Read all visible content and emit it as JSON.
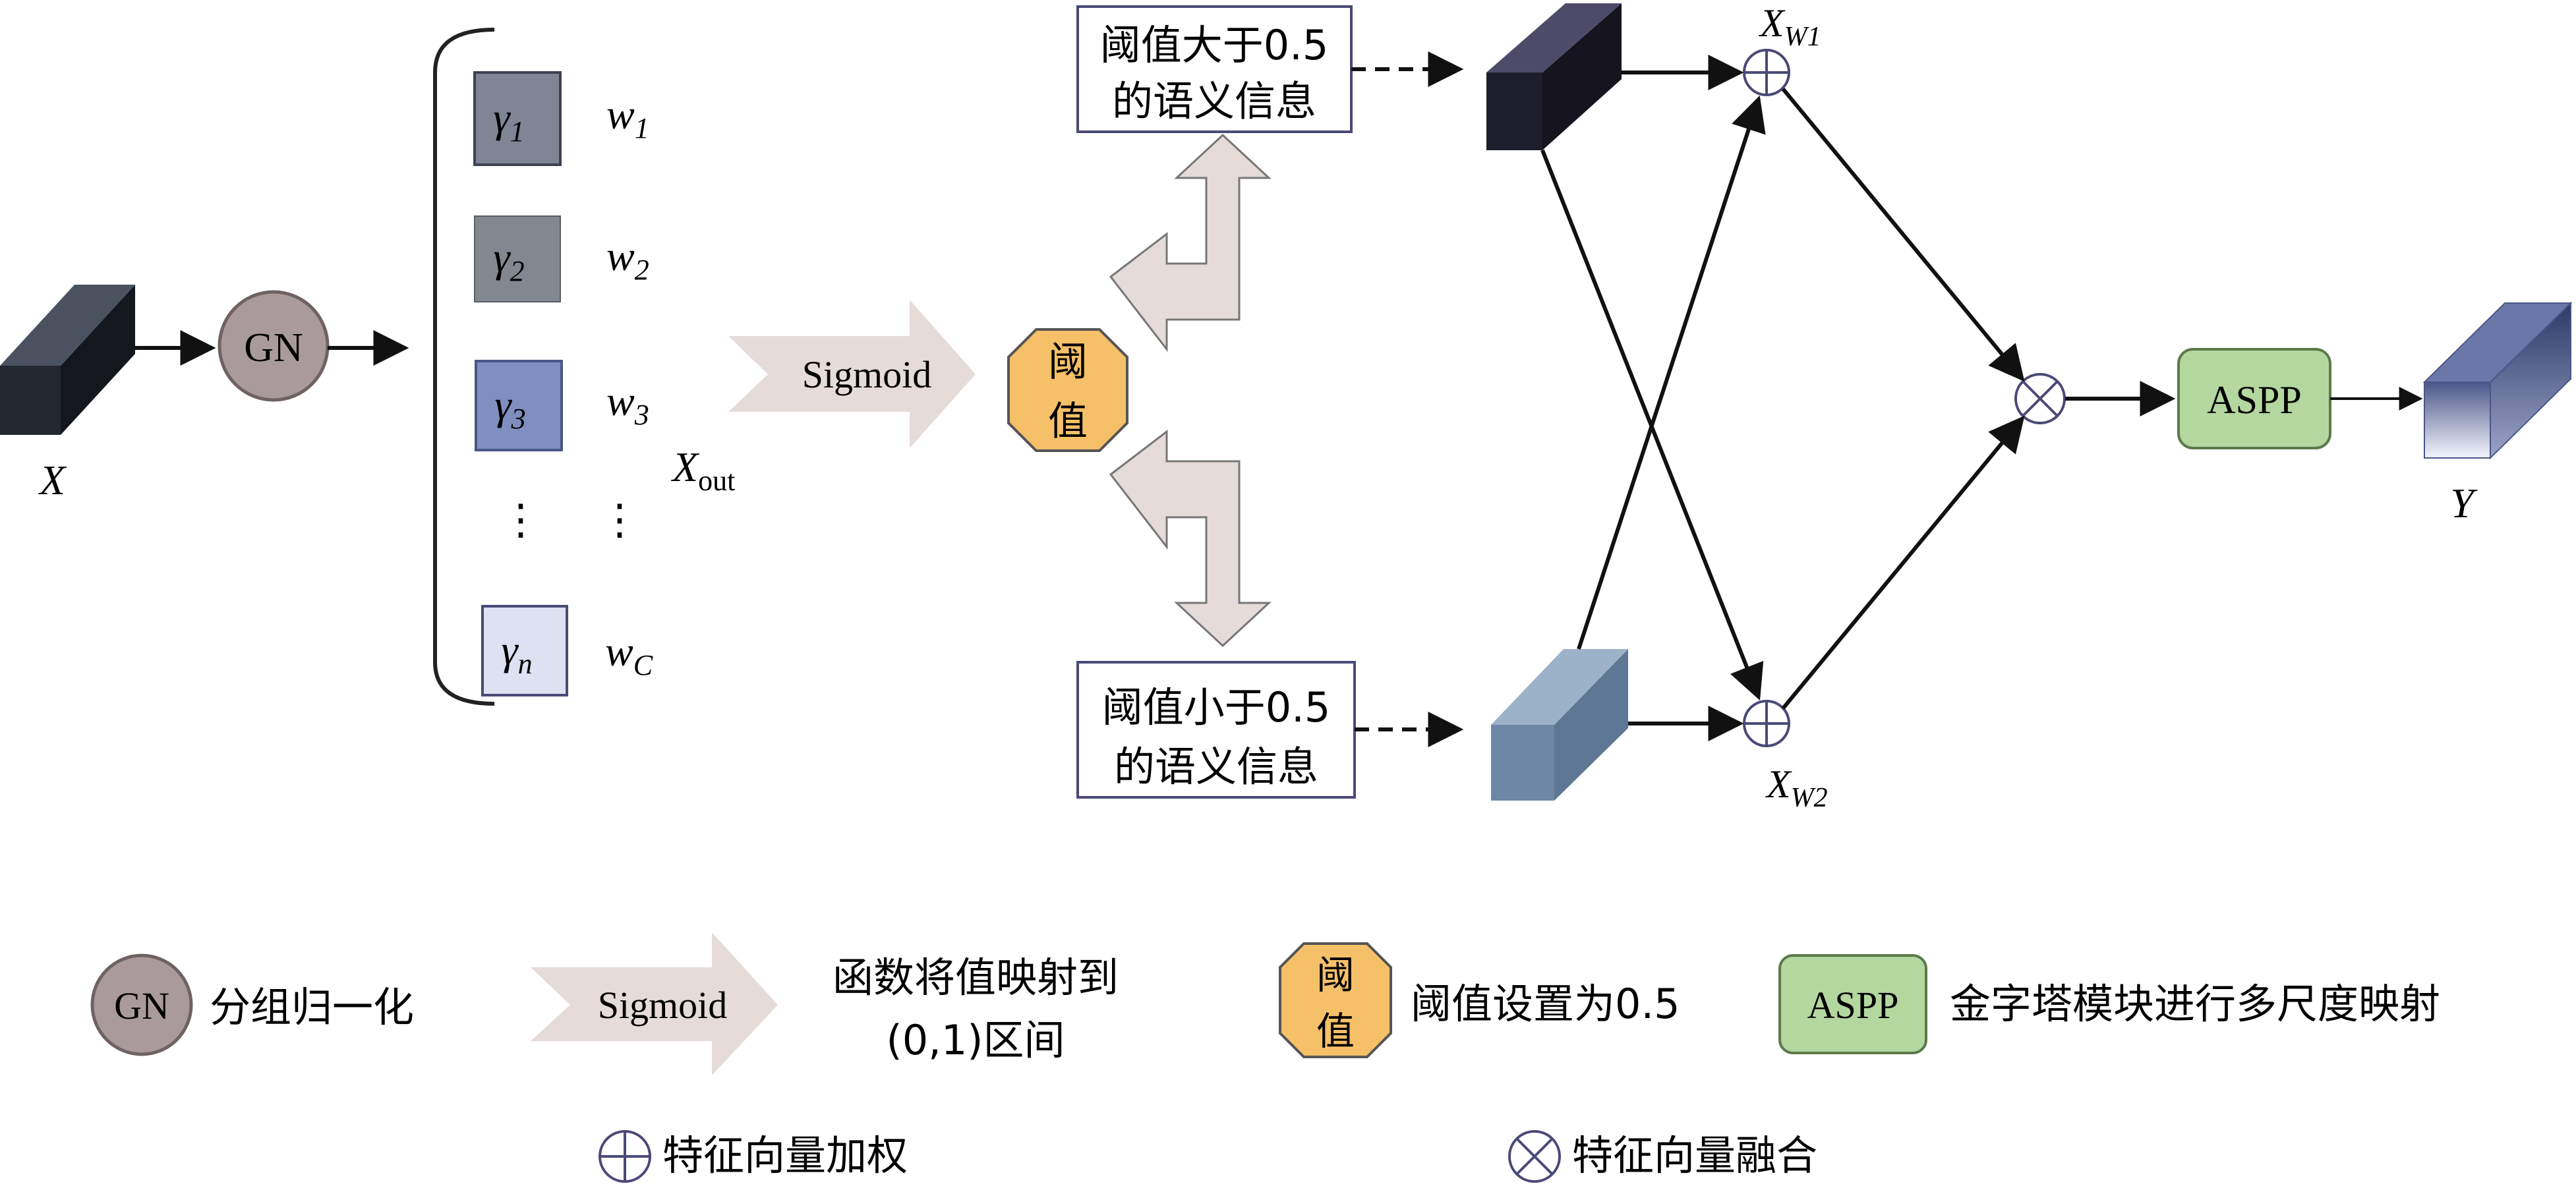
{
  "input_label": "X",
  "output_label": "Y",
  "gn_label": "GN",
  "sigmoid_label": "Sigmoid",
  "threshold_label_line1": "阈",
  "threshold_label_line2": "值",
  "aspp_label": "ASPP",
  "xout_label": "X",
  "xout_sub": "out",
  "gammas": [
    {
      "sym": "γ",
      "sub": "1",
      "color": "#7f8595"
    },
    {
      "sym": "γ",
      "sub": "2",
      "color": "#83878f"
    },
    {
      "sym": "γ",
      "sub": "3",
      "color": "#7f8fbf"
    },
    {
      "sym": "γ",
      "sub": "n",
      "color": "#dde1f1"
    }
  ],
  "weights": [
    {
      "sym": "w",
      "sub": "1"
    },
    {
      "sym": "w",
      "sub": "2"
    },
    {
      "sym": "w",
      "sub": "3"
    },
    {
      "sym": "w",
      "sub": "C"
    }
  ],
  "upper_box": {
    "line1": "阈值大于0.5",
    "line2": "的语义信息"
  },
  "lower_box": {
    "line1": "阈值小于0.5",
    "line2": "的语义信息"
  },
  "xw1": {
    "sym": "X",
    "sub": "W1"
  },
  "xw2": {
    "sym": "X",
    "sub": "W2"
  },
  "legend": {
    "gn": "分组归一化",
    "sigmoid_line1": "函数将值映射到",
    "sigmoid_line2": "(0,1)区间",
    "threshold": "阈值设置为0.5",
    "aspp": "金字塔模块进行多尺度映射",
    "oplus": "特征向量加权",
    "otimes": "特征向量融合"
  },
  "colors": {
    "gn_fill": "#a99b9b",
    "threshold_fill": "#f5c068",
    "aspp_fill": "#b4d7a0",
    "sigmoid_fill": "#e5dcd9",
    "box_border": "#4a4a78"
  }
}
